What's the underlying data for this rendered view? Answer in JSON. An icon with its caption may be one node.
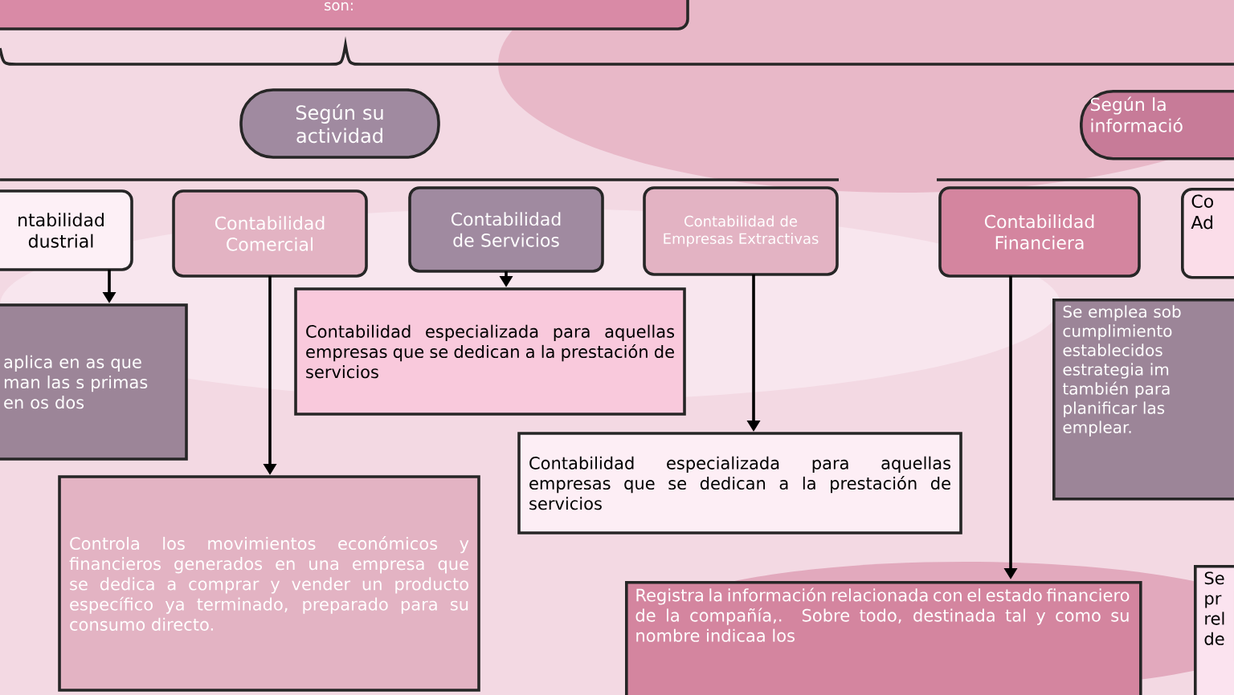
{
  "diagram": {
    "nodes": [
      {
        "text": [
          "son:"
        ]
      },
      {
        "text": [
          "Según su actividad"
        ]
      },
      {
        "text": [
          "Según la informació"
        ]
      },
      {
        "text": [
          "ntabilidad dustrial"
        ]
      },
      {
        "text": [
          "aplica en as que man las s primas en os dos"
        ]
      },
      {
        "text": [
          "Contabilidad Comercial"
        ]
      },
      {
        "text": [
          "Contabilidad de Servicios"
        ]
      },
      {
        "text": [
          "Contabilidad de Empresas Extractivas"
        ]
      },
      {
        "text": [
          "Contabilidad especializada para aquellas empresas que se dedican a la prestación de servicios"
        ]
      },
      {
        "text": [
          "Contabilidad especializada para aquellas empresas que se dedican a la prestación de servicios"
        ]
      },
      {
        "text": [
          "Controla los movimientos económicos y financieros generados en una empresa que se dedica a comprar y vender un producto específico ya terminado, preparado para su consumo directo."
        ]
      },
      {
        "text": [
          "Contabilidad Financiera"
        ]
      },
      {
        "text": [
          "Co Ad"
        ]
      },
      {
        "text": [
          "Se emplea sob cumplimiento establecidos estrategia im también para planificar las emplear."
        ]
      },
      {
        "text": [
          "Registra la información relacionada con el estado financiero de la compañía,. Sobre todo, destinada tal y como su nombre indicaa los"
        ]
      },
      {
        "text": [
          "Se pr rel de"
        ]
      }
    ],
    "edges": [
      {
        "from": 3,
        "to": 4,
        "arrow": "to"
      },
      {
        "from": 5,
        "to": 10,
        "arrow": "to"
      },
      {
        "from": 6,
        "to": 8,
        "arrow": "to"
      },
      {
        "from": 7,
        "to": 9,
        "arrow": "to"
      },
      {
        "from": 11,
        "to": 14,
        "arrow": "to"
      }
    ]
  }
}
